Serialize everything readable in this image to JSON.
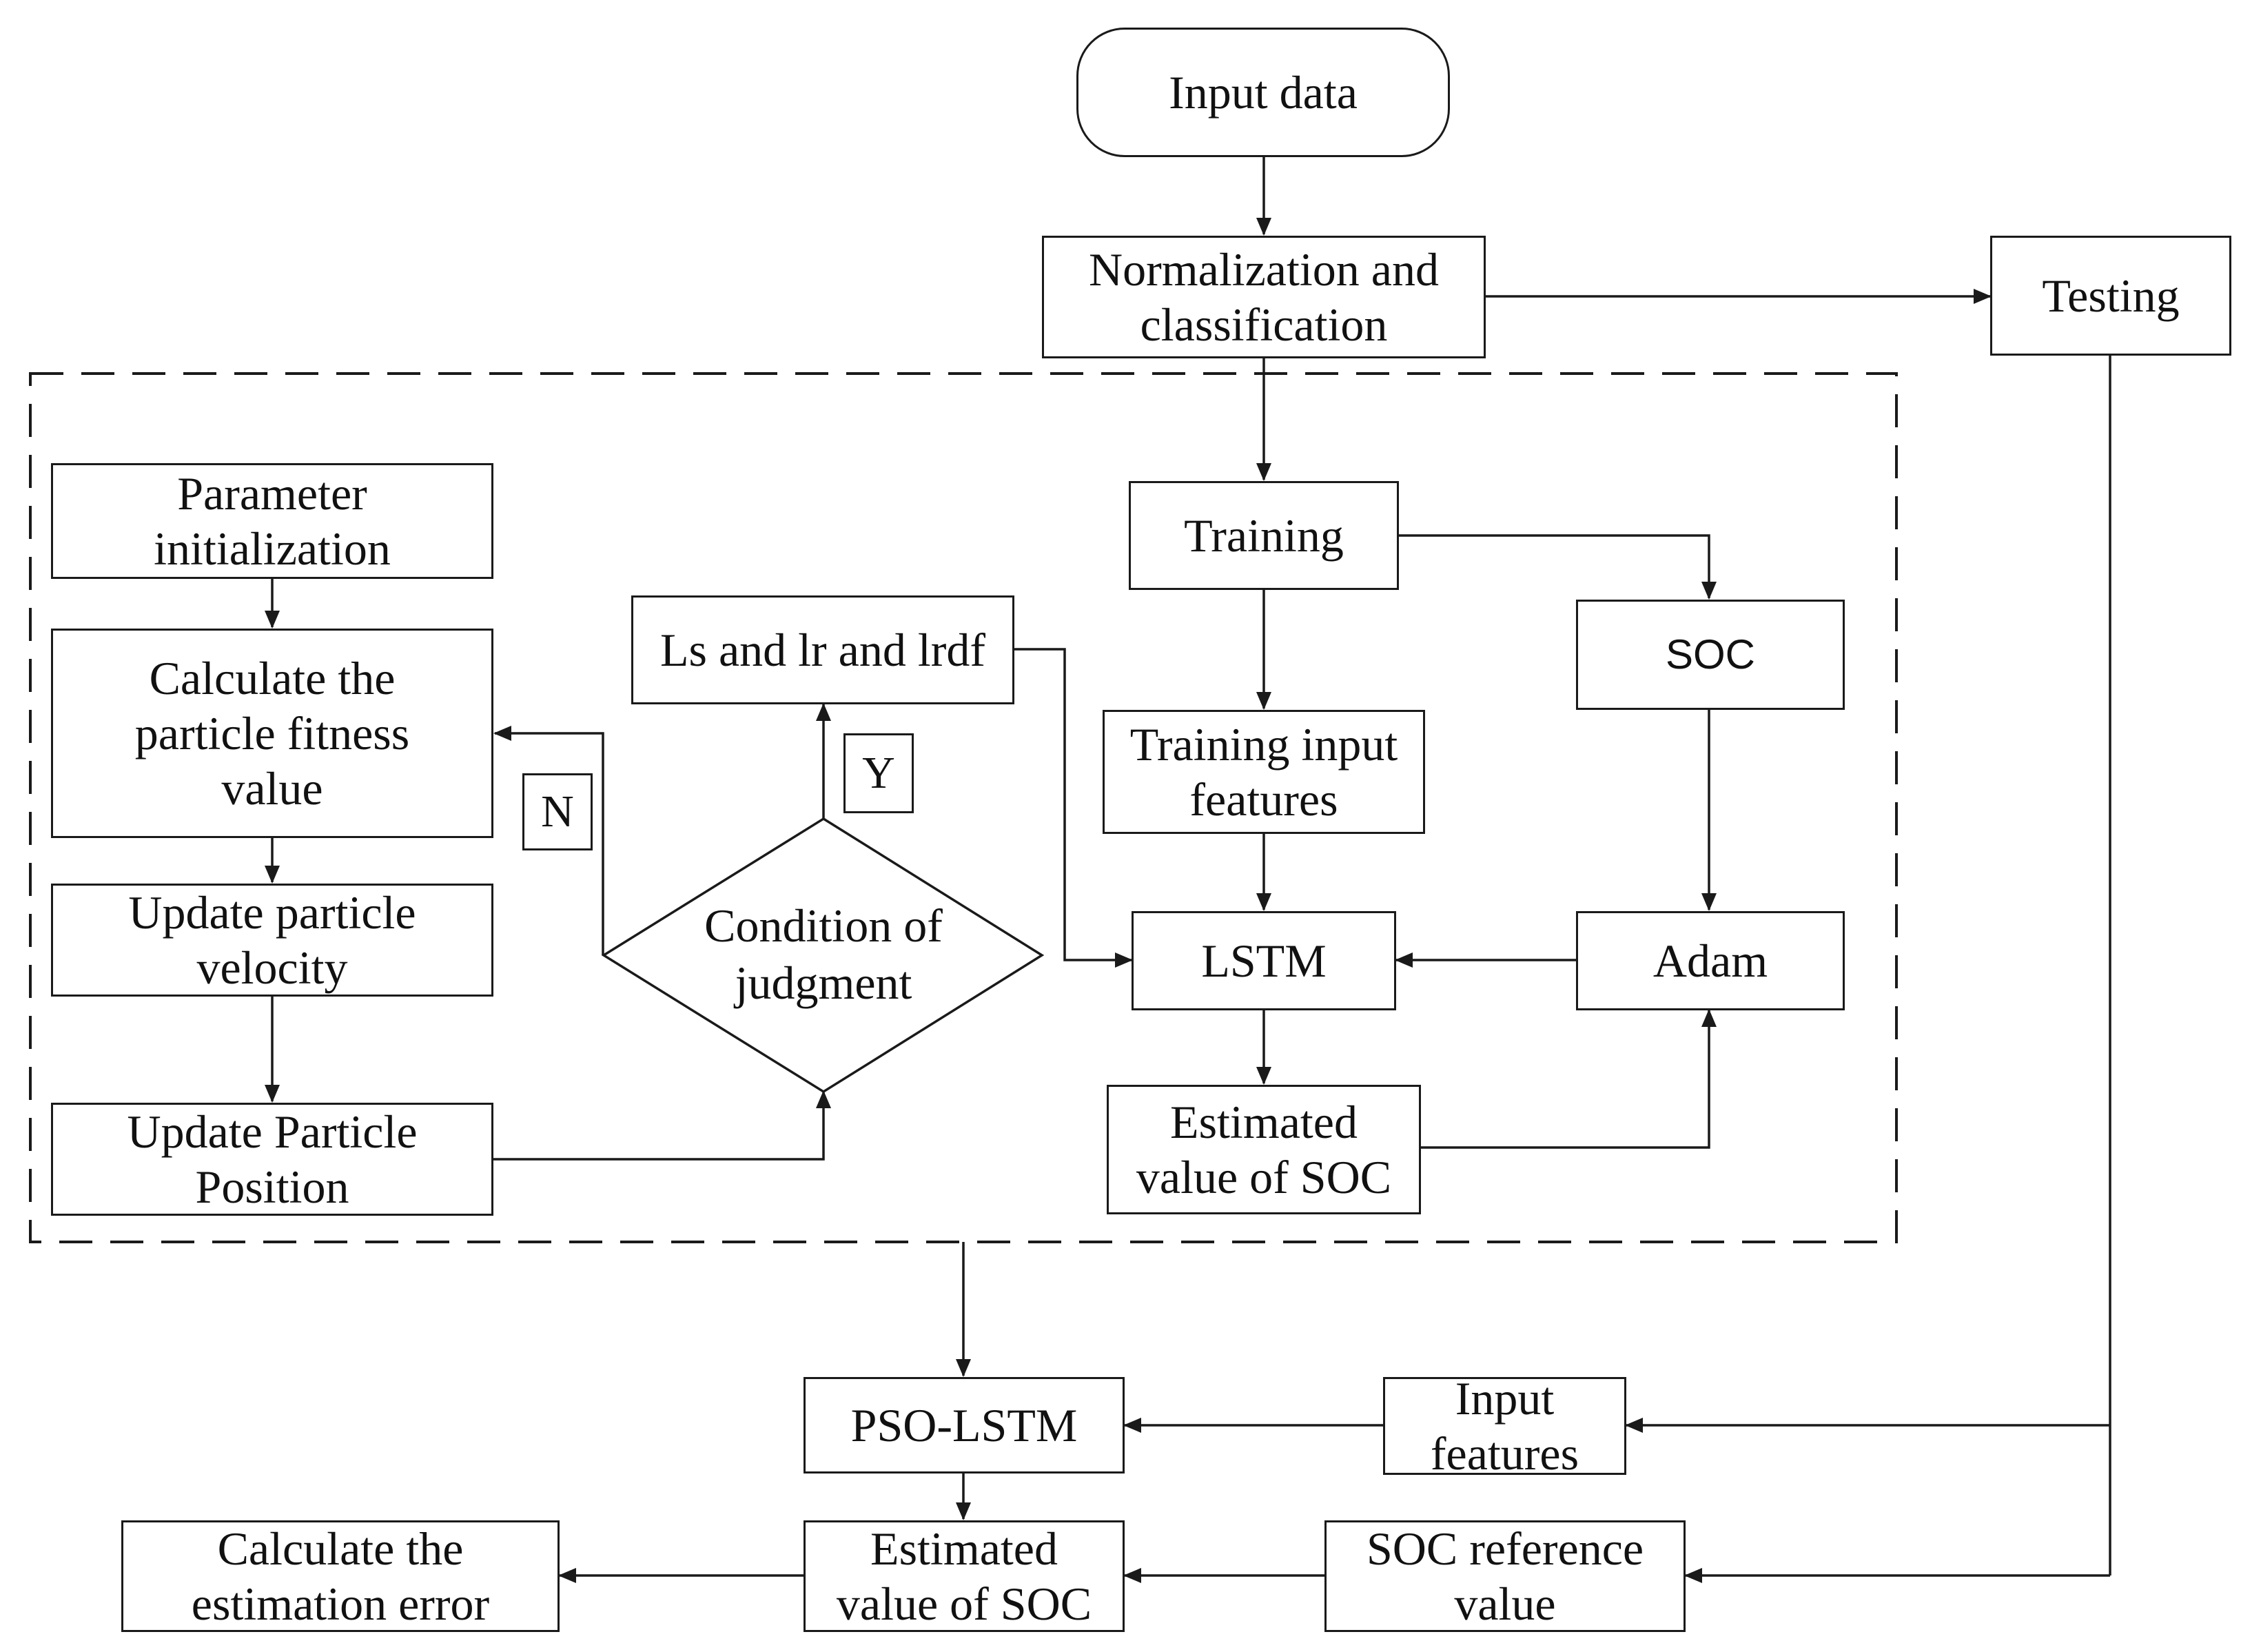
{
  "nodes": {
    "input_data": "Input data",
    "normalization": "Normalization and\nclassification",
    "testing": "Testing",
    "parameter_init": "Parameter\ninitialization",
    "calc_fitness": "Calculate the\nparticle fitness\nvalue",
    "update_velocity": "Update particle\nvelocity",
    "update_position": "Update Particle\nPosition",
    "ls_lr_lrdf": "Ls and lr and lrdf",
    "condition": "Condition of\njudgment",
    "training": "Training",
    "soc": "SOC",
    "training_input": "Training input\nfeatures",
    "lstm": "LSTM",
    "adam": "Adam",
    "estimated_soc_inner": "Estimated\nvalue of SOC",
    "pso_lstm": "PSO-LSTM",
    "input_features": "Input\nfeatures",
    "estimated_soc_outer": "Estimated\nvalue of SOC",
    "soc_reference": "SOC reference\nvalue",
    "calc_error": "Calculate the\nestimation error"
  },
  "labels": {
    "yes": "Y",
    "no": "N"
  },
  "colors": {
    "line": "#1a1a1a",
    "background": "#ffffff"
  }
}
